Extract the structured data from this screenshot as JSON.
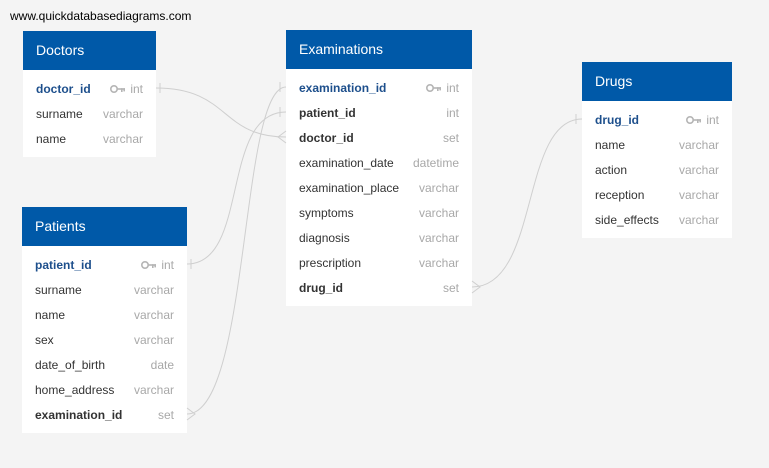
{
  "site": "www.quickdatabasediagrams.com",
  "tables": {
    "doctors": {
      "title": "Doctors",
      "fields": [
        {
          "name": "doctor_id",
          "type": "int",
          "key": "pk"
        },
        {
          "name": "surname",
          "type": "varchar",
          "key": ""
        },
        {
          "name": "name",
          "type": "varchar",
          "key": ""
        }
      ]
    },
    "patients": {
      "title": "Patients",
      "fields": [
        {
          "name": "patient_id",
          "type": "int",
          "key": "pk"
        },
        {
          "name": "surname",
          "type": "varchar",
          "key": ""
        },
        {
          "name": "name",
          "type": "varchar",
          "key": ""
        },
        {
          "name": "sex",
          "type": "varchar",
          "key": ""
        },
        {
          "name": "date_of_birth",
          "type": "date",
          "key": ""
        },
        {
          "name": "home_address",
          "type": "varchar",
          "key": ""
        },
        {
          "name": "examination_id",
          "type": "set",
          "key": "fk"
        }
      ]
    },
    "examinations": {
      "title": "Examinations",
      "fields": [
        {
          "name": "examination_id",
          "type": "int",
          "key": "pk"
        },
        {
          "name": "patient_id",
          "type": "int",
          "key": "fk"
        },
        {
          "name": "doctor_id",
          "type": "set",
          "key": "fk"
        },
        {
          "name": "examination_date",
          "type": "datetime",
          "key": ""
        },
        {
          "name": "examination_place",
          "type": "varchar",
          "key": ""
        },
        {
          "name": "symptoms",
          "type": "varchar",
          "key": ""
        },
        {
          "name": "diagnosis",
          "type": "varchar",
          "key": ""
        },
        {
          "name": "prescription",
          "type": "varchar",
          "key": ""
        },
        {
          "name": "drug_id",
          "type": "set",
          "key": "fk"
        }
      ]
    },
    "drugs": {
      "title": "Drugs",
      "fields": [
        {
          "name": "drug_id",
          "type": "int",
          "key": "pk"
        },
        {
          "name": "name",
          "type": "varchar",
          "key": ""
        },
        {
          "name": "action",
          "type": "varchar",
          "key": ""
        },
        {
          "name": "reception",
          "type": "varchar",
          "key": ""
        },
        {
          "name": "side_effects",
          "type": "varchar",
          "key": ""
        }
      ]
    }
  },
  "relationships": [
    {
      "from": "doctors.doctor_id",
      "to": "examinations.doctor_id",
      "type": "one-to-many"
    },
    {
      "from": "patients.patient_id",
      "to": "examinations.patient_id",
      "type": "one-to-many"
    },
    {
      "from": "examinations.examination_id",
      "to": "patients.examination_id",
      "type": "one-to-many"
    },
    {
      "from": "drugs.drug_id",
      "to": "examinations.drug_id",
      "type": "one-to-many"
    }
  ],
  "colors": {
    "header": "#0059a8",
    "background": "#f4f4f4",
    "pk_text": "#1d4f8c",
    "type_text": "#a8a8a8",
    "line": "#cfcfcf"
  },
  "icons": {
    "primary_key": "key-icon"
  }
}
